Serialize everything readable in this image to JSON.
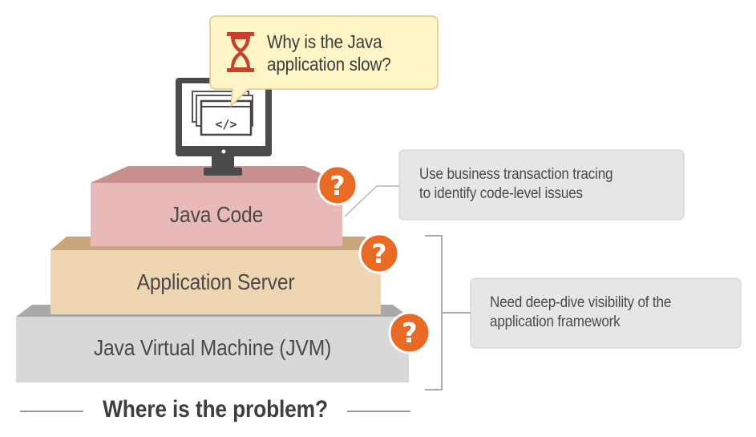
{
  "question_bubble": {
    "text_line1": "Why is the Java",
    "text_line2": "application slow?"
  },
  "monitor": {
    "code_glyph": "</>"
  },
  "layers": [
    {
      "label": "Java Code"
    },
    {
      "label": "Application Server"
    },
    {
      "label": "Java Virtual Machine (JVM)"
    }
  ],
  "question_marks": [
    "?",
    "?",
    "?"
  ],
  "notes": [
    {
      "line1": "Use business transaction tracing",
      "line2": "to identify code-level issues"
    },
    {
      "line1": "Need deep-dive visibility of the",
      "line2": "application framework"
    }
  ],
  "footer": {
    "text": "Where is the problem?"
  },
  "colors": {
    "java_code_front": "#e9b9b9",
    "java_code_top": "#c98f8f",
    "app_server_front": "#eed6b3",
    "app_server_top": "#c9a47c",
    "jvm_front": "#d8d8d8",
    "jvm_top": "#a9a9a9",
    "question_mark": "#e86a24",
    "note_bg": "#e6e6e8",
    "bubble_bg": "#fdf5c6"
  }
}
